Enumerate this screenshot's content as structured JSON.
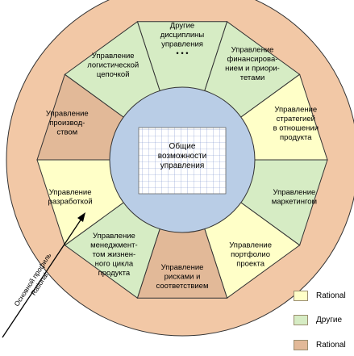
{
  "colors": {
    "outer_ring": "#f2c8a6",
    "inner_circle": "#b9cde6",
    "grid_line": "#7d91cc",
    "stroke": "#333333"
  },
  "center": {
    "lines": [
      "Общие",
      "возможности",
      "управления"
    ]
  },
  "segments": [
    {
      "lines": [
        "Другие",
        "дисциплины",
        "управления",
        "• • •"
      ],
      "color": "#d6ecc4"
    },
    {
      "lines": [
        "Управление",
        "финансирова-",
        "нием и приори-",
        "тетами"
      ],
      "color": "#d6ecc4"
    },
    {
      "lines": [
        "Управление",
        "стратегией",
        "в отношении",
        "продукта"
      ],
      "color": "#ffffc8"
    },
    {
      "lines": [
        "Управление",
        "маркетингом"
      ],
      "color": "#d6ecc4"
    },
    {
      "lines": [
        "Управление",
        "портфолио",
        "проекта"
      ],
      "color": "#ffffc8"
    },
    {
      "lines": [
        "Управление",
        "рисками и",
        "соответствием"
      ],
      "color": "#e2b998"
    },
    {
      "lines": [
        "Управление",
        "менеджмент-",
        "том жизнен-",
        "ного цикла",
        "продукта"
      ],
      "color": "#d6ecc4"
    },
    {
      "lines": [
        "Управление",
        "разработкой"
      ],
      "color": "#ffffc8"
    },
    {
      "lines": [
        "Управление",
        "производ-",
        "ством"
      ],
      "color": "#e2b998"
    },
    {
      "lines": [
        "Управление",
        "логистической",
        "цепочкой"
      ],
      "color": "#d6ecc4"
    }
  ],
  "arrow_label": {
    "lines": [
      "Основной профиль",
      "Rational"
    ]
  },
  "legend": [
    {
      "label": "Rational",
      "color": "#ffffc8"
    },
    {
      "label": "Другие",
      "color": "#d6ecc4"
    },
    {
      "label": "Rational",
      "color": "#e2b998"
    }
  ]
}
